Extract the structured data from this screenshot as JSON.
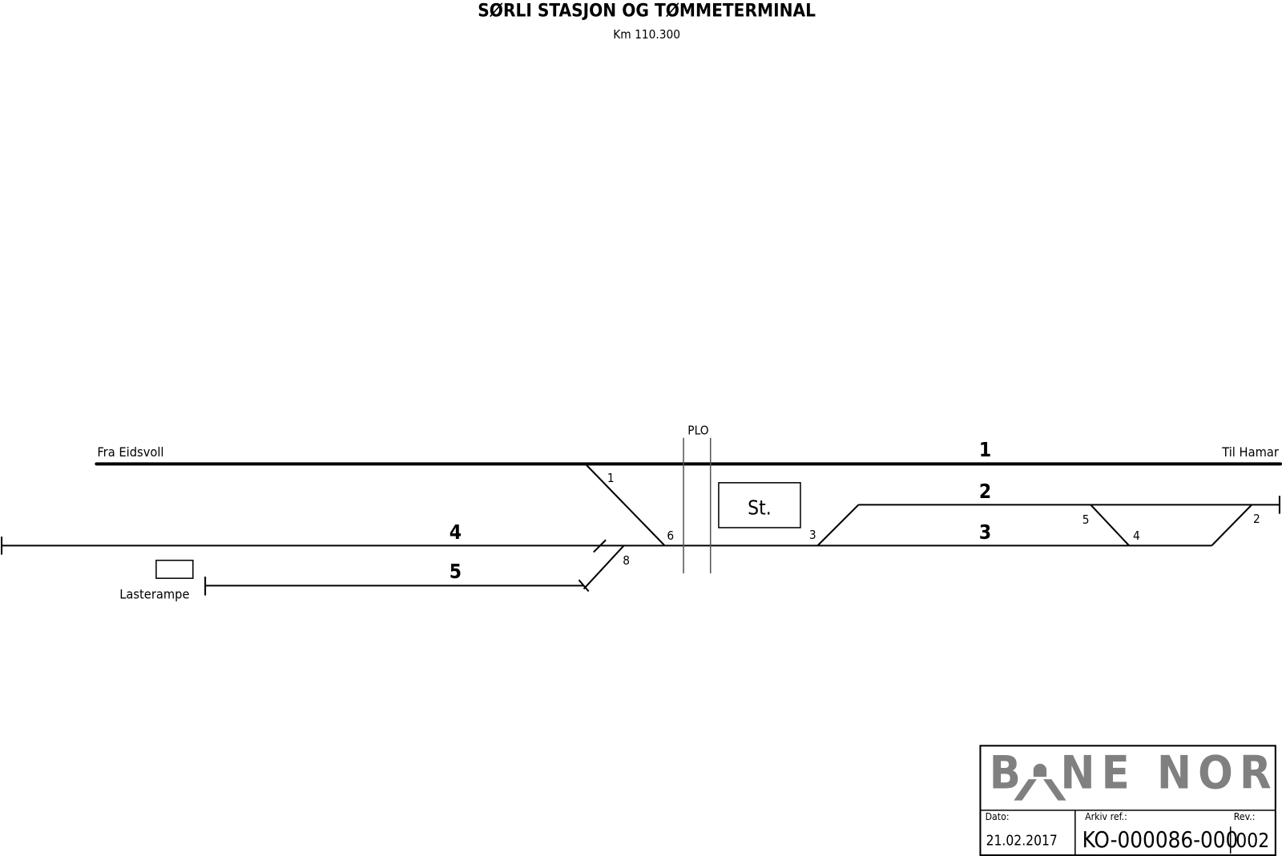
{
  "header": {
    "title": "SØRLI STASJON OG TØMMETERMINAL",
    "subtitle": "Km 110.300"
  },
  "diagram": {
    "direction_left": "Fra Eidsvoll",
    "direction_right": "Til Hamar",
    "plo_label": "PLO",
    "station_label": "St.",
    "loading_ramp_label": "Lasterampe",
    "tracks": [
      {
        "id": "1",
        "label": "1"
      },
      {
        "id": "2",
        "label": "2"
      },
      {
        "id": "3",
        "label": "3"
      },
      {
        "id": "4",
        "label": "4"
      },
      {
        "id": "5",
        "label": "5"
      }
    ],
    "switches": [
      {
        "id": "1",
        "label": "1"
      },
      {
        "id": "2",
        "label": "2"
      },
      {
        "id": "3",
        "label": "3"
      },
      {
        "id": "4",
        "label": "4"
      },
      {
        "id": "5",
        "label": "5"
      },
      {
        "id": "6",
        "label": "6"
      },
      {
        "id": "8",
        "label": "8"
      }
    ],
    "colors": {
      "line": "#000000",
      "plo_line": "#555555",
      "logo": "#808080"
    }
  },
  "title_block": {
    "logo_text_left": "B",
    "logo_text_right": "NE NOR",
    "date_label": "Dato:",
    "date_value": "21.02.2017",
    "archive_label": "Arkiv ref.:",
    "archive_value": "KO-000086-000",
    "rev_label": "Rev.:",
    "rev_value": "002"
  }
}
